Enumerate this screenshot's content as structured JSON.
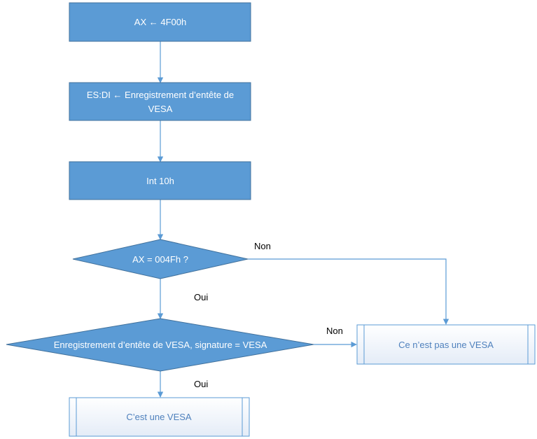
{
  "diagram": {
    "steps": {
      "step1": "AX ← 4F00h",
      "step2_line1": "ES:DI ← Enregistrement d’entête de",
      "step2_line2": "VESA",
      "step3": "Int 10h"
    },
    "decisions": {
      "d1": "AX = 004Fh ?",
      "d2": "Enregistrement d’entête de VESA, signature = VESA"
    },
    "results": {
      "not_vesa": "Ce n’est pas une VESA",
      "is_vesa": "C’est une VESA"
    },
    "edge_labels": {
      "d1_no": "Non",
      "d1_yes": "Oui",
      "d2_no": "Non",
      "d2_yes": "Oui"
    },
    "colors": {
      "fill": "#5b9bd5",
      "stroke": "#41719c",
      "connector": "#5b9bd5",
      "result_text": "#4f81bd"
    }
  }
}
